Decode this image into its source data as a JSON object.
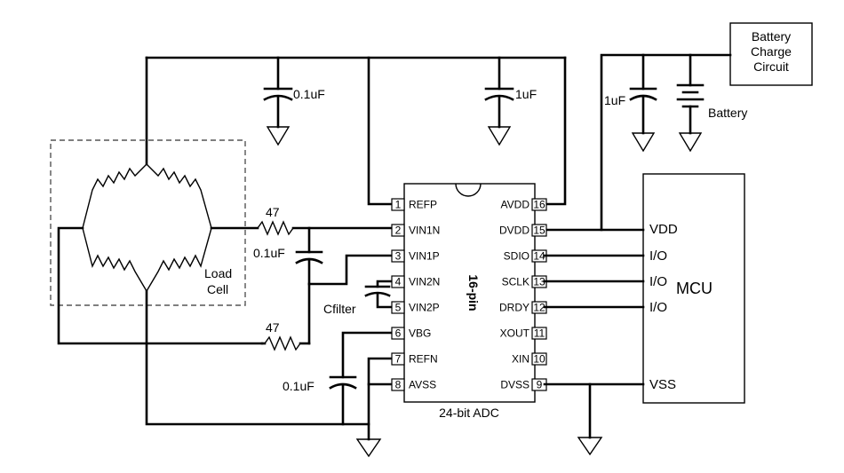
{
  "adc": {
    "name": "24-bit ADC",
    "package": "16-pin",
    "pins_left": [
      {
        "num": "1",
        "name": "REFP"
      },
      {
        "num": "2",
        "name": "VIN1N"
      },
      {
        "num": "3",
        "name": "VIN1P"
      },
      {
        "num": "4",
        "name": "VIN2N"
      },
      {
        "num": "5",
        "name": "VIN2P"
      },
      {
        "num": "6",
        "name": "VBG"
      },
      {
        "num": "7",
        "name": "REFN"
      },
      {
        "num": "8",
        "name": "AVSS"
      }
    ],
    "pins_right": [
      {
        "num": "16",
        "name": "AVDD"
      },
      {
        "num": "15",
        "name": "DVDD"
      },
      {
        "num": "14",
        "name": "SDIO"
      },
      {
        "num": "13",
        "name": "SCLK"
      },
      {
        "num": "12",
        "name": "DRDY"
      },
      {
        "num": "11",
        "name": "XOUT"
      },
      {
        "num": "10",
        "name": "XIN"
      },
      {
        "num": "9",
        "name": "DVSS"
      }
    ]
  },
  "mcu": {
    "name": "MCU",
    "signals": [
      "VDD",
      "I/O",
      "I/O",
      "I/O",
      "VSS"
    ]
  },
  "battery_charge": {
    "line1": "Battery",
    "line2": "Charge",
    "line3": "Circuit"
  },
  "battery_label": "Battery",
  "load_cell": {
    "line1": "Load",
    "line2": "Cell"
  },
  "components": {
    "cap_top_left": "0.1uF",
    "cap_top_mid": "1uF",
    "cap_batt": "1uF",
    "res_top": "47",
    "cap_input": "0.1uF",
    "res_bottom": "47",
    "cfilter": "Cfilter",
    "cap_vbg": "0.1uF"
  }
}
